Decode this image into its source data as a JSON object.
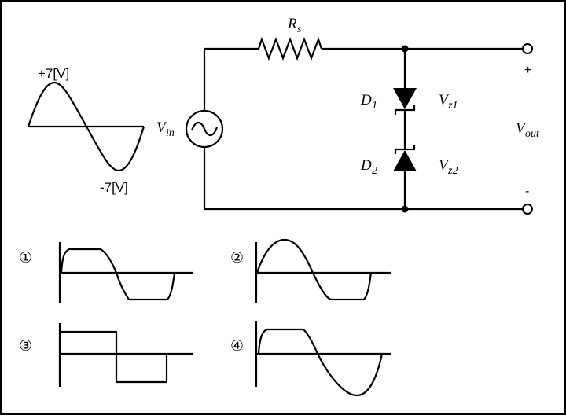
{
  "input_wave": {
    "peak_pos": "+7[V]",
    "peak_neg": "-7[V]"
  },
  "circuit": {
    "resistor": {
      "symbol": "R",
      "subscript": "s"
    },
    "source": {
      "symbol": "V",
      "subscript": "in"
    },
    "output": {
      "symbol": "V",
      "subscript": "out",
      "plus": "+",
      "minus": "-"
    },
    "diodes": [
      {
        "name": "D",
        "name_sub": "1",
        "volt": "V",
        "volt_sub": "z1"
      },
      {
        "name": "D",
        "name_sub": "2",
        "volt": "V",
        "volt_sub": "z2"
      }
    ]
  },
  "options": [
    {
      "label": "①"
    },
    {
      "label": "②"
    },
    {
      "label": "③"
    },
    {
      "label": "④"
    }
  ]
}
